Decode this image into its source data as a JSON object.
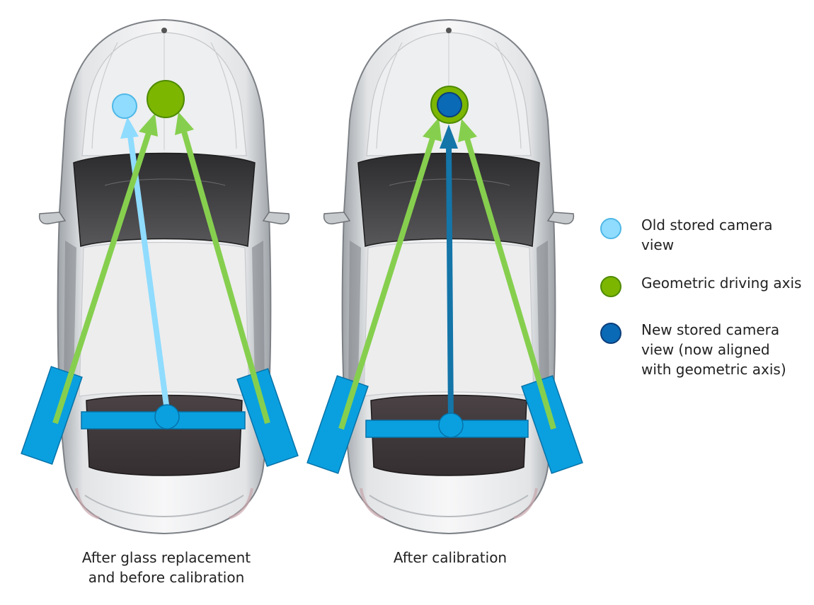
{
  "colors": {
    "old_view": "#8fdcff",
    "old_view_stroke": "#4fb8e6",
    "geometric_axis": "#7cb600",
    "geometric_axis_stroke": "#4e8a00",
    "arrow_green": "#86cf4e",
    "new_view": "#0a6ab5",
    "new_view_stroke": "#0b3d7a",
    "new_view_arrow": "#1375a8",
    "target_blue": "#0aa0e0",
    "target_stroke": "#0672a8"
  },
  "captions": {
    "left": "After glass replacement\nand before calibration",
    "right": "After calibration"
  },
  "legend": [
    {
      "label": "Old stored camera\nview",
      "color": "#8fdcff",
      "stroke": "#4fb8e6"
    },
    {
      "label": "Geometric driving axis",
      "color": "#7cb600",
      "stroke": "#4e8a00"
    },
    {
      "label": "New stored camera\nview (now aligned\nwith geometric axis)",
      "color": "#0a6ab5",
      "stroke": "#0b3d7a"
    }
  ]
}
